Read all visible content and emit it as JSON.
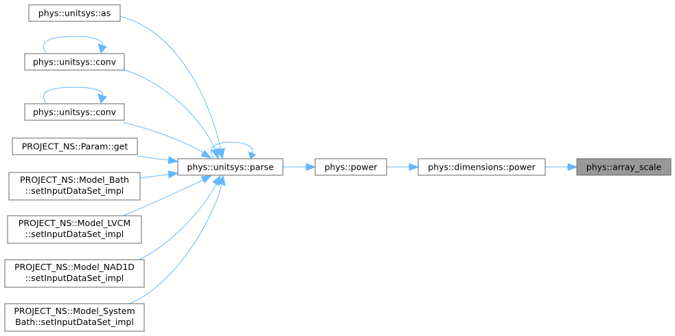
{
  "nodes": {
    "as": [
      "phys::unitsys::as"
    ],
    "conv1": [
      "phys::unitsys::conv"
    ],
    "conv2": [
      "phys::unitsys::conv"
    ],
    "param_get": [
      "PROJECT_NS::Param::get"
    ],
    "model_bath": [
      "PROJECT_NS::Model_Bath",
      "::setInputDataSet_impl"
    ],
    "model_lvcm": [
      "PROJECT_NS::Model_LVCM",
      "::setInputDataSet_impl"
    ],
    "model_nad1d": [
      "PROJECT_NS::Model_NAD1D",
      "::setInputDataSet_impl"
    ],
    "model_systembath": [
      "PROJECT_NS::Model_System",
      "Bath::setInputDataSet_impl"
    ],
    "parse": [
      "phys::unitsys::parse"
    ],
    "power": [
      "phys::power"
    ],
    "dim_power": [
      "phys::dimensions::power"
    ],
    "array_scale": [
      "phys::array_scale"
    ]
  },
  "focus_node": "array_scale",
  "edges": [
    [
      "dim_power",
      "array_scale"
    ],
    [
      "power",
      "dim_power"
    ],
    [
      "parse",
      "power"
    ],
    [
      "as",
      "parse"
    ],
    [
      "conv1",
      "parse"
    ],
    [
      "conv2",
      "parse"
    ],
    [
      "param_get",
      "parse"
    ],
    [
      "model_bath",
      "parse"
    ],
    [
      "model_lvcm",
      "parse"
    ],
    [
      "model_nad1d",
      "parse"
    ],
    [
      "model_systembath",
      "parse"
    ],
    [
      "parse",
      "parse"
    ],
    [
      "conv1",
      "conv1"
    ],
    [
      "conv2",
      "conv2"
    ]
  ],
  "colors": {
    "edge": "#63b8ff",
    "node_border": "#666666",
    "node_fill": "#ffffff",
    "focus_fill": "#999999"
  }
}
